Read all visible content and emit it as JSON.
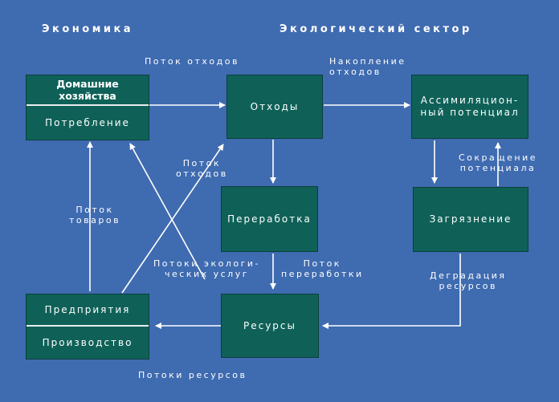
{
  "headers": {
    "economy": "Экономика",
    "ecosector": "Экологический сектор"
  },
  "boxes": {
    "households_title": "Домашние хозяйства",
    "consumption": "Потребление",
    "waste": "Отходы",
    "assimilation": "Ассимиляцион-\nный потенциал",
    "processing": "Переработка",
    "pollution": "Загрязнение",
    "enterprises": "Предприятия",
    "production": "Производство",
    "resources": "Ресурсы"
  },
  "labels": {
    "waste_flow_top": "Поток отходов",
    "accumulation": "Накопление\nотходов",
    "potential_reduction": "Сокращение\nпотенциала",
    "waste_flow_mid": "Поток\nотходов",
    "goods_flow": "Поток\nтоваров",
    "eco_services": "Потоки экологи-\nческих услуг",
    "processing_flow": "Поток\nпереработки",
    "degradation": "Деградация\nресурсов",
    "resource_flows": "Потоки ресурсов"
  }
}
